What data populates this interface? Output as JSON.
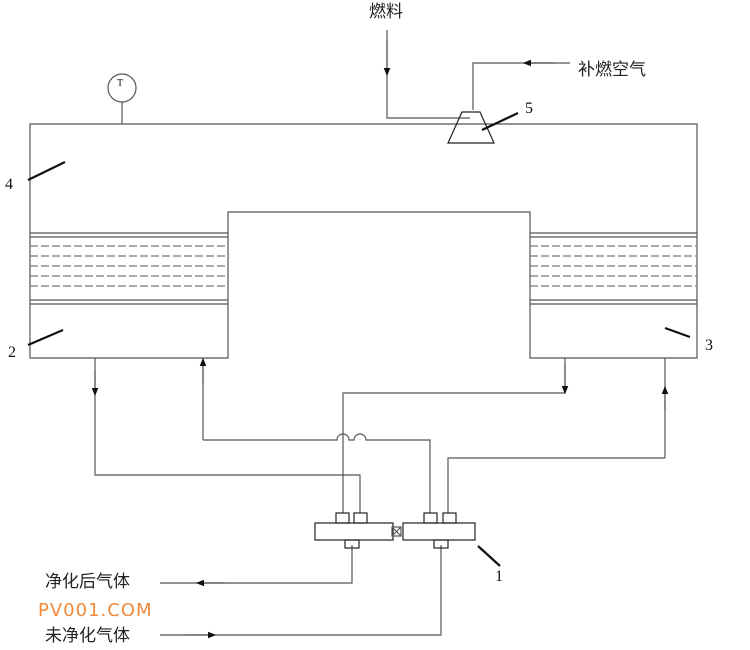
{
  "labels": {
    "fuel": "燃料",
    "supplement_air": "补燃空气",
    "clean_gas": "净化后气体",
    "raw_gas": "未净化气体",
    "thermometer": "T"
  },
  "numbers": {
    "n1": "1",
    "n2": "2",
    "n3": "3",
    "n4": "4",
    "n5": "5"
  },
  "watermark": "PV001.COM",
  "colors": {
    "line": "#555555",
    "watermark": "#f08a3c"
  }
}
